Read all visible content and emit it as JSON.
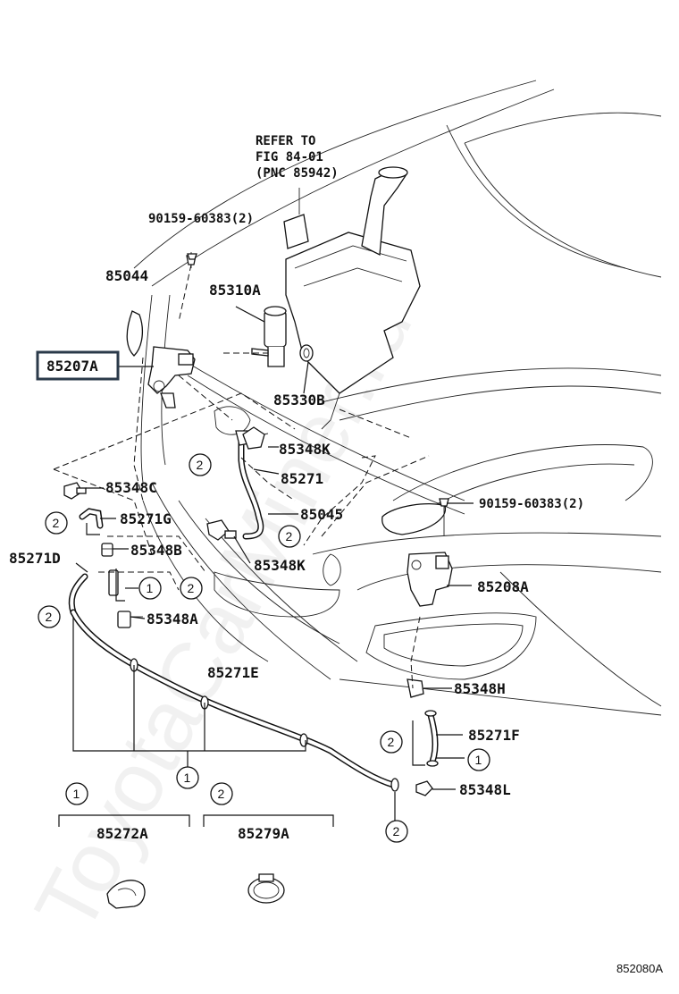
{
  "reference": {
    "line1": "REFER TO",
    "line2": "FIG 84-01",
    "line3": "(PNC 85942)"
  },
  "labels": {
    "p90159_top": "90159-60383(2)",
    "p85044": "85044",
    "p85310A": "85310A",
    "p85207A": "85207A",
    "p85330B": "85330B",
    "p85348K_top": "85348K",
    "p85271": "85271",
    "p85348C": "85348C",
    "p85271G": "85271G",
    "p85045": "85045",
    "p90159_right": "90159-60383(2)",
    "p85348B": "85348B",
    "p85271D": "85271D",
    "p85348K_mid": "85348K",
    "p85208A": "85208A",
    "p85348A": "85348A",
    "p85271E": "85271E",
    "p85348H": "85348H",
    "p85271F": "85271F",
    "p85348L": "85348L",
    "p85272A": "85272A",
    "p85279A": "85279A"
  },
  "callouts": {
    "one": "1",
    "two": "2"
  },
  "legend": {
    "item1_key": "1",
    "item1_part": "85272A",
    "item2_key": "2",
    "item2_part": "85279A"
  },
  "highlighted_part": "85207A",
  "figure_code": "852080A",
  "watermark": "ToyotaCarMiner.ru",
  "colors": {
    "ink": "#111111",
    "highlight_border": "#2b3a4a",
    "background": "#ffffff"
  }
}
